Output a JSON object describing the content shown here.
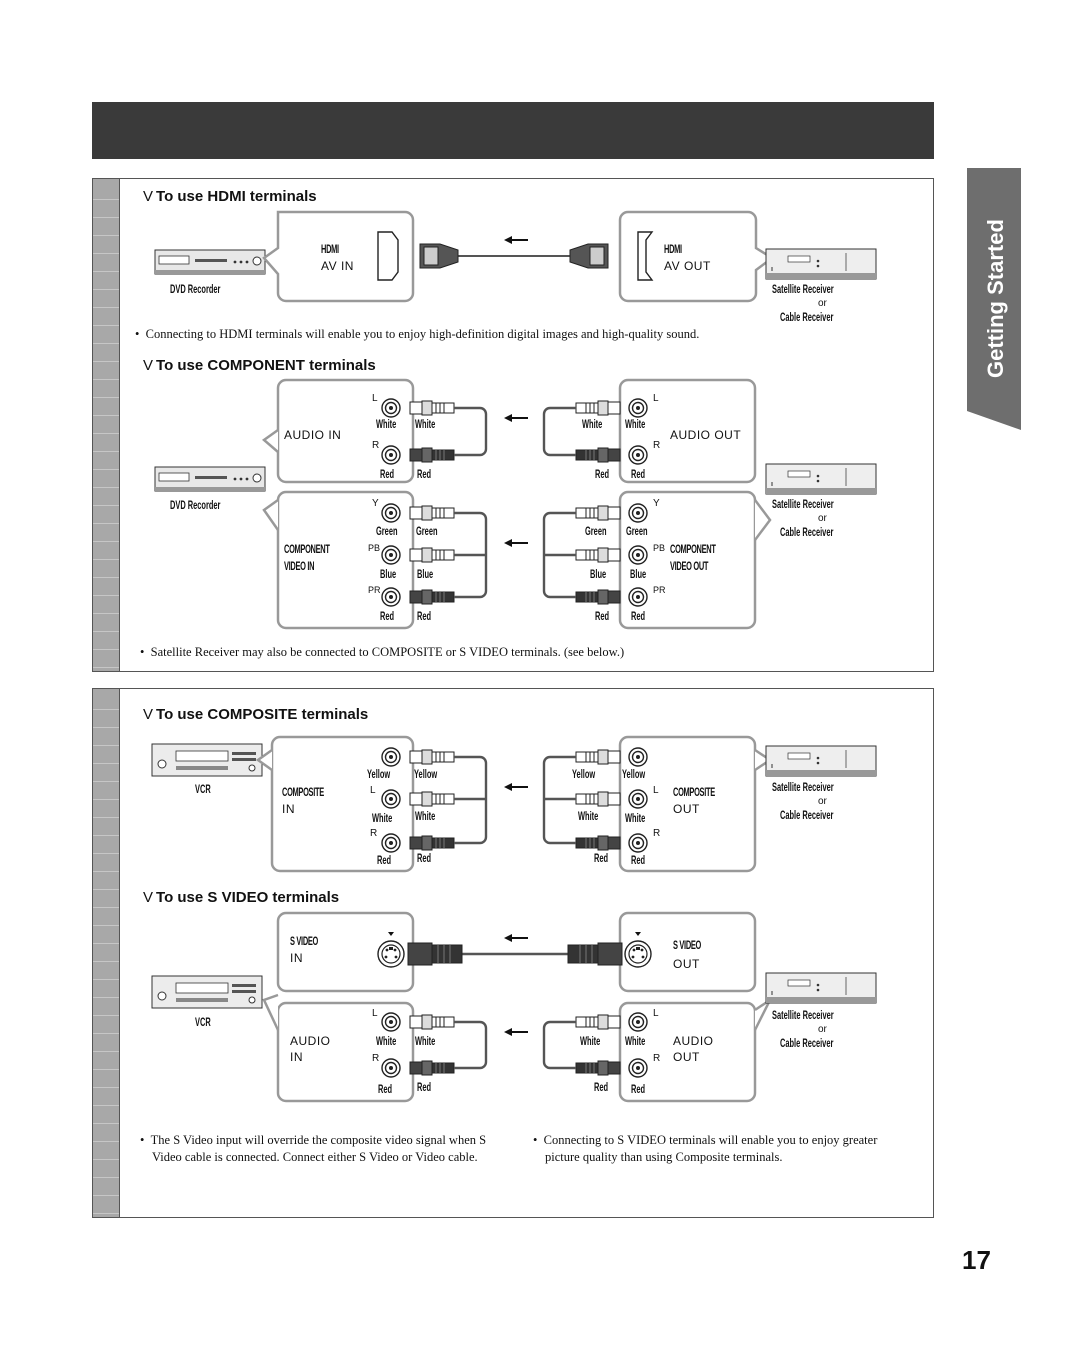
{
  "side_tab": "Getting Started",
  "page_number": "17",
  "hdmi": {
    "heading": "To use HDMI terminals",
    "in_label_1": "HDMI",
    "in_label_2": "AV IN",
    "out_label_1": "HDMI",
    "out_label_2": "AV OUT",
    "left_device": "DVD Recorder",
    "right_device_1": "Satellite Receiver",
    "right_device_or": "or",
    "right_device_2": "Cable Receiver",
    "note": "Connecting to HDMI terminals will enable you to enjoy high-definition digital images and high-quality sound."
  },
  "component": {
    "heading": "To use COMPONENT terminals",
    "audio_in": "AUDIO IN",
    "audio_out": "AUDIO OUT",
    "video_in_1": "COMPONENT",
    "video_in_2": "VIDEO IN",
    "video_out_1": "COMPONENT",
    "video_out_2": "VIDEO OUT",
    "left_device": "DVD Recorder",
    "right_device_1": "Satellite Receiver",
    "right_device_or": "or",
    "right_device_2": "Cable Receiver",
    "note": "Satellite Receiver may also be connected to COMPOSITE or S VIDEO terminals. (see below.)",
    "jack_L": "L",
    "jack_R": "R",
    "jack_Y": "Y",
    "jack_PB": "PB",
    "jack_PR": "PR",
    "plug_yellow": "Yellow",
    "plug_white": "White",
    "plug_red": "Red",
    "plug_green": "Green",
    "plug_blue": "Blue"
  },
  "composite": {
    "heading": "To use COMPOSITE terminals",
    "in_1": "COMPOSITE",
    "in_2": "IN",
    "out_1": "COMPOSITE",
    "out_2": "OUT",
    "left_device": "VCR",
    "right_device_1": "Satellite Receiver",
    "right_device_or": "or",
    "right_device_2": "Cable Receiver"
  },
  "svideo": {
    "heading": "To use S VIDEO terminals",
    "in_1": "S VIDEO",
    "in_2": "IN",
    "out_1": "S VIDEO",
    "out_2": "OUT",
    "audio_in_1": "AUDIO",
    "audio_in_2": "IN",
    "audio_out_1": "AUDIO",
    "audio_out_2": "OUT",
    "left_device": "VCR",
    "right_device_1": "Satellite Receiver",
    "right_device_or": "or",
    "right_device_2": "Cable Receiver",
    "note_left": "The S Video input will override the composite video signal when S Video cable is connected. Connect either S Video or Video cable.",
    "note_right": "Connecting to S VIDEO terminals will enable you to enjoy greater picture quality than using Composite terminals."
  },
  "colors": {
    "header": "#3a3a3a",
    "tab": "#6e6e6e",
    "strip": "#a8a8a8",
    "cable": "#555555"
  }
}
